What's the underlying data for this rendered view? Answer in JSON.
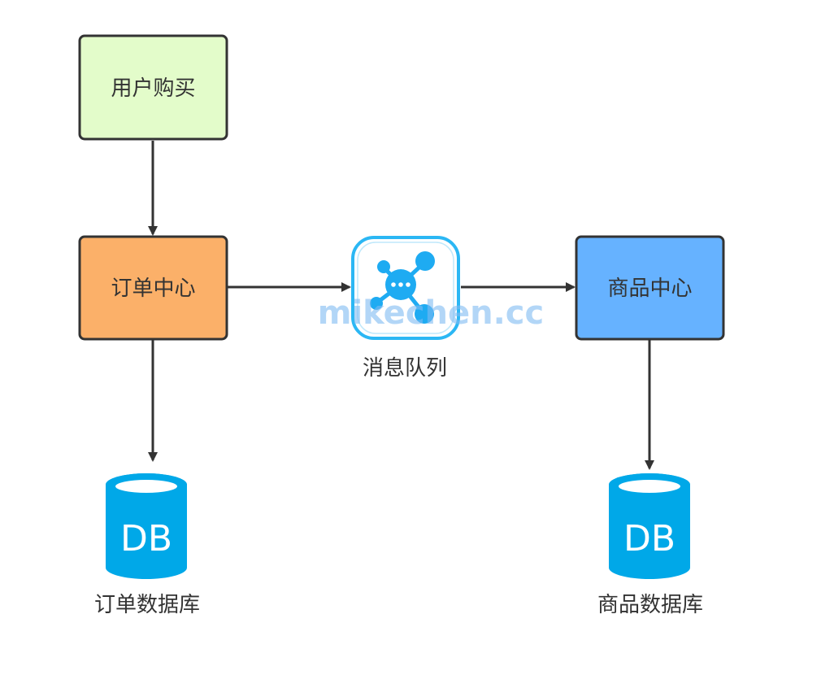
{
  "nodes": {
    "user_purchase": "用户购买",
    "order_center": "订单中心",
    "message_queue": "消息队列",
    "product_center": "商品中心",
    "order_db": "订单数据库",
    "product_db": "商品数据库"
  },
  "db_icon_text": "DB",
  "watermark": "mikechen.cc",
  "icons": {
    "message_queue": "message-queue-icon",
    "database": "database-icon"
  },
  "colors": {
    "user_purchase_fill": "#e3fcca",
    "order_center_fill": "#fbb069",
    "product_center_fill": "#66b2ff",
    "node_border": "#333333",
    "db_fill": "#00a8e8",
    "mq_border": "#2bb7f4",
    "mq_dot": "#1eabf2",
    "arrow": "#333333"
  }
}
